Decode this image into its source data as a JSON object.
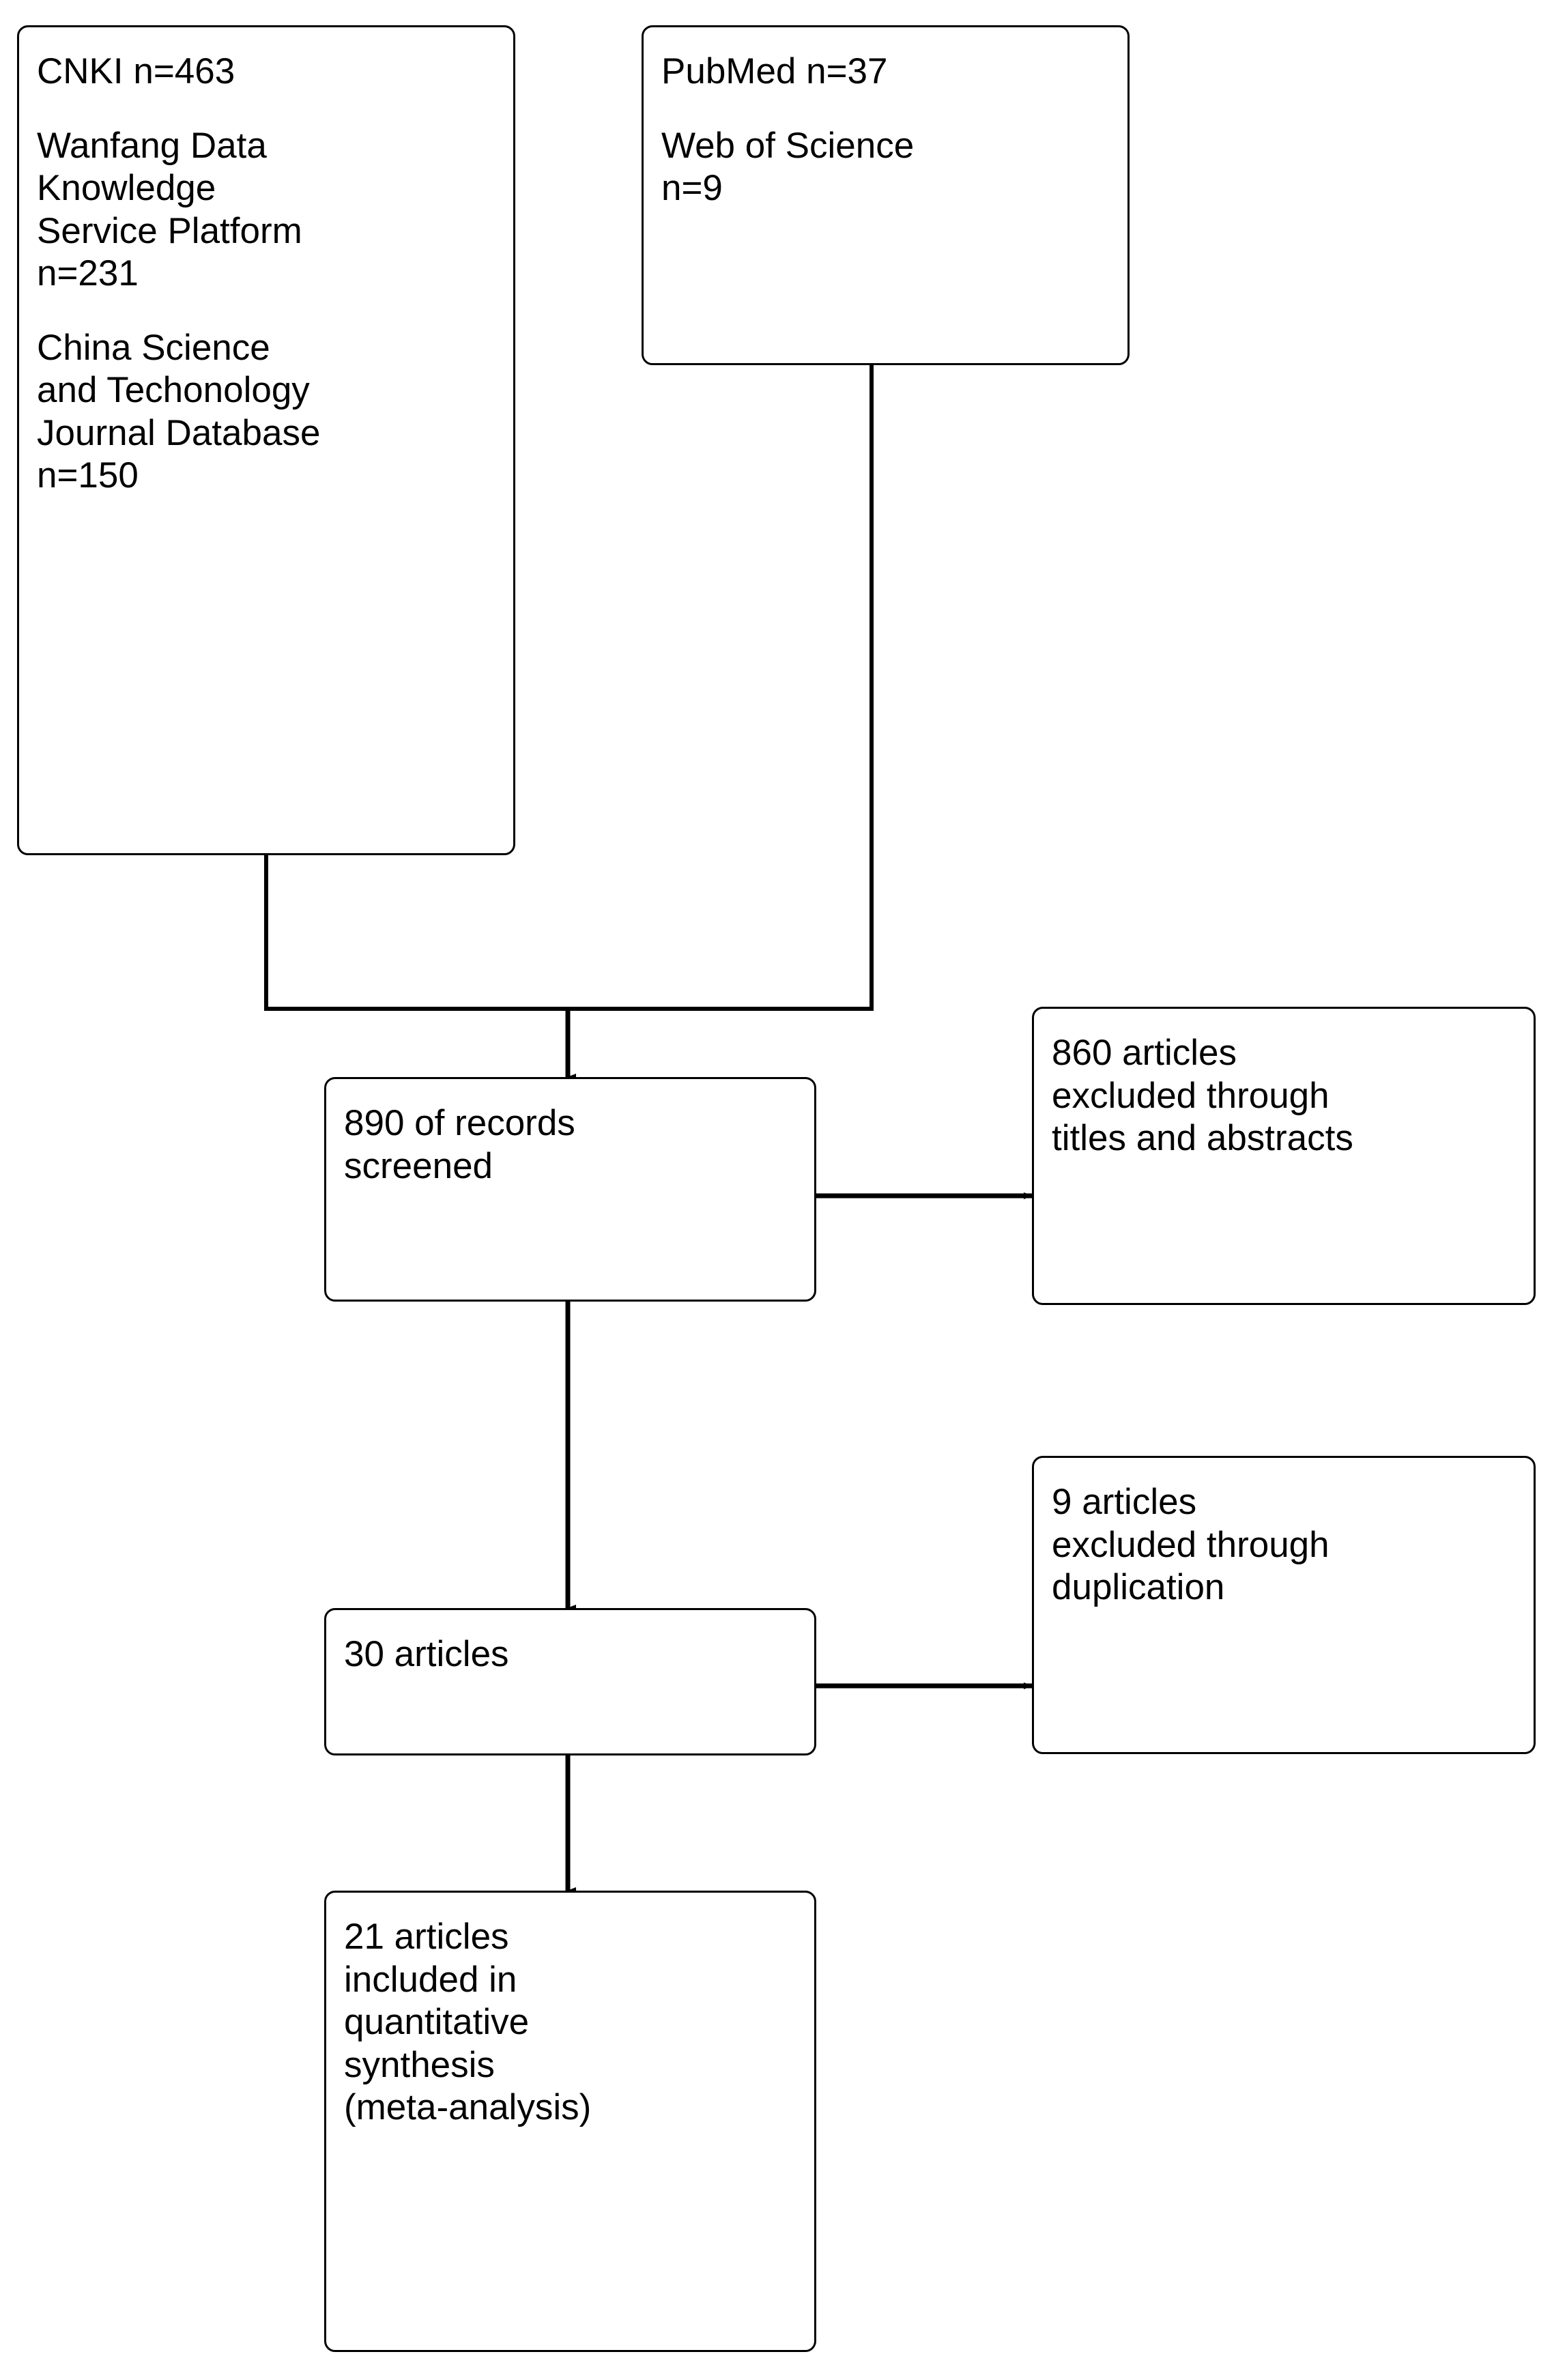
{
  "diagram": {
    "type": "prisma-flow-diagram",
    "title": "",
    "colors": {
      "stroke": "#000000",
      "fill": "#ffffff",
      "text": "#000000"
    },
    "nodes": {
      "chinese_databases": {
        "name": "chinese-databases-box",
        "lines": [
          "CNKI n=463",
          "Wanfang Data\nKnowledge\nService Platform\nn=231",
          "China Science\nand Techonology\nJournal Database\nn=150"
        ],
        "entries": [
          {
            "source": "CNKI",
            "n": 463
          },
          {
            "source": "Wanfang Data Knowledge Service Platform",
            "n": 231
          },
          {
            "source": "China Science and Techonology Journal Database",
            "n": 150
          }
        ]
      },
      "international_databases": {
        "name": "international-databases-box",
        "lines": [
          "PubMed n=37",
          "Web of Science\nn=9"
        ],
        "entries": [
          {
            "source": "PubMed",
            "n": 37
          },
          {
            "source": "Web of Science",
            "n": 9
          }
        ]
      },
      "records_screened": {
        "name": "records-screened-box",
        "lines": [
          "890 of records\nscreened"
        ],
        "count": 890
      },
      "excluded_titles_abstracts": {
        "name": "excluded-titles-abstracts-box",
        "lines": [
          "860 articles\nexcluded through\ntitles and abstracts"
        ],
        "count": 860
      },
      "articles_remaining": {
        "name": "articles-remaining-box",
        "lines": [
          "30 articles"
        ],
        "count": 30
      },
      "excluded_duplication": {
        "name": "excluded-duplication-box",
        "lines": [
          "9 articles\nexcluded through\nduplication"
        ],
        "count": 9
      },
      "included_synthesis": {
        "name": "included-synthesis-box",
        "lines": [
          "21 articles\nincluded in\nquantitative\nsynthesis\n(meta-analysis)"
        ],
        "count": 21
      }
    }
  }
}
